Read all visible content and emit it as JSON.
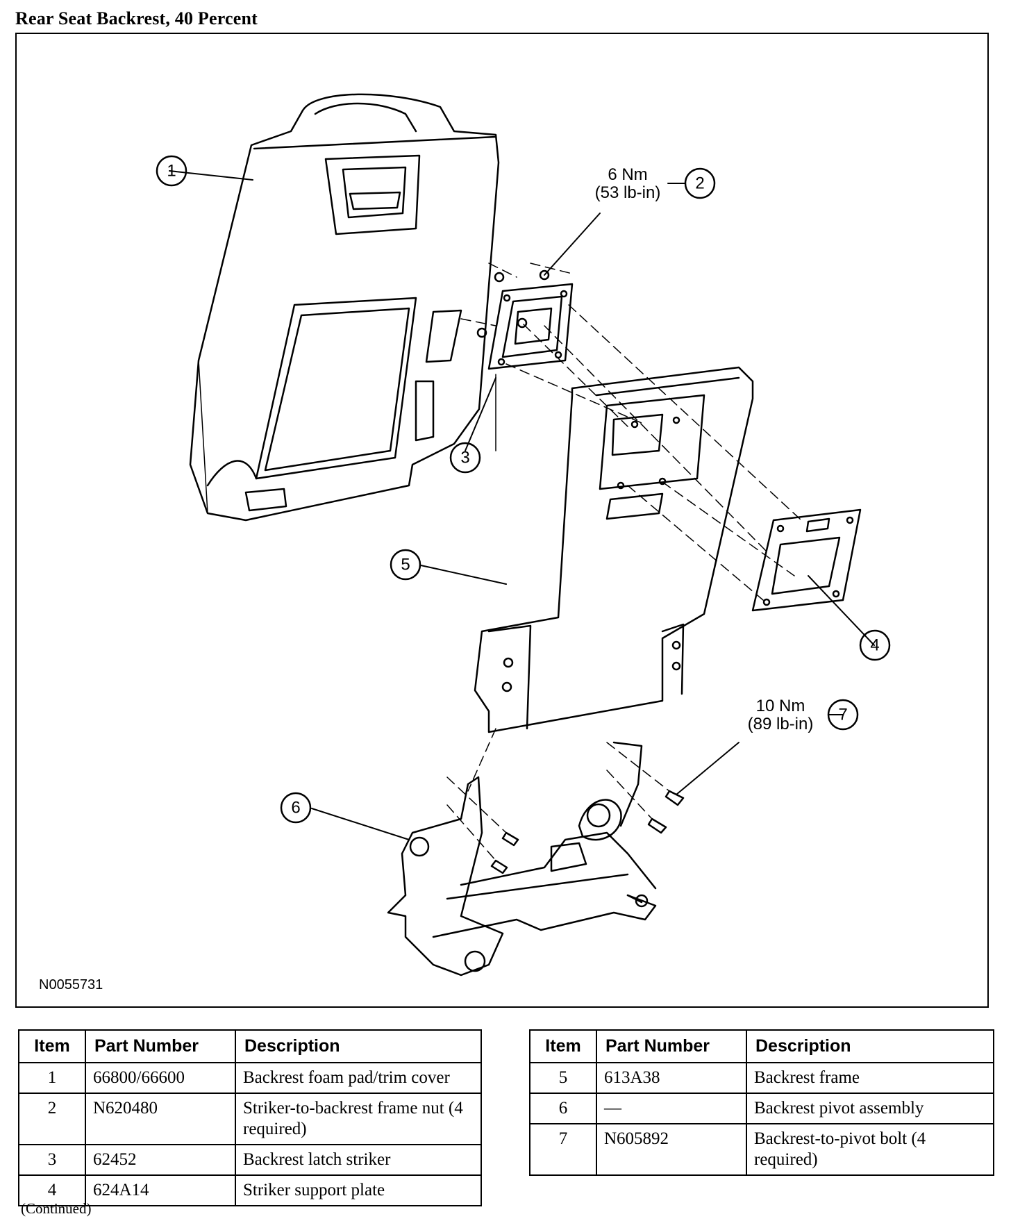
{
  "title": "Rear Seat Backrest, 40 Percent",
  "figure": {
    "id": "N0055731",
    "callouts": [
      {
        "num": "1"
      },
      {
        "num": "2",
        "torque_nm": "6 Nm",
        "torque_imperial": "(53 lb-in)"
      },
      {
        "num": "3"
      },
      {
        "num": "4"
      },
      {
        "num": "5"
      },
      {
        "num": "6"
      },
      {
        "num": "7",
        "torque_nm": "10 Nm",
        "torque_imperial": "(89 lb-in)"
      }
    ]
  },
  "tables": {
    "headers": [
      "Item",
      "Part Number",
      "Description"
    ],
    "left": [
      {
        "item": "1",
        "part": "66800/66600",
        "desc": "Backrest foam pad/trim cover"
      },
      {
        "item": "2",
        "part": "N620480",
        "desc": "Striker-to-backrest frame nut (4 required)"
      },
      {
        "item": "3",
        "part": "62452",
        "desc": "Backrest latch striker"
      },
      {
        "item": "4",
        "part": "624A14",
        "desc": "Striker support plate"
      }
    ],
    "right": [
      {
        "item": "5",
        "part": "613A38",
        "desc": "Backrest frame"
      },
      {
        "item": "6",
        "part": "—",
        "desc": "Backrest pivot assembly"
      },
      {
        "item": "7",
        "part": "N605892",
        "desc": "Backrest-to-pivot bolt (4 required)"
      }
    ]
  },
  "footer": "(Continued)"
}
